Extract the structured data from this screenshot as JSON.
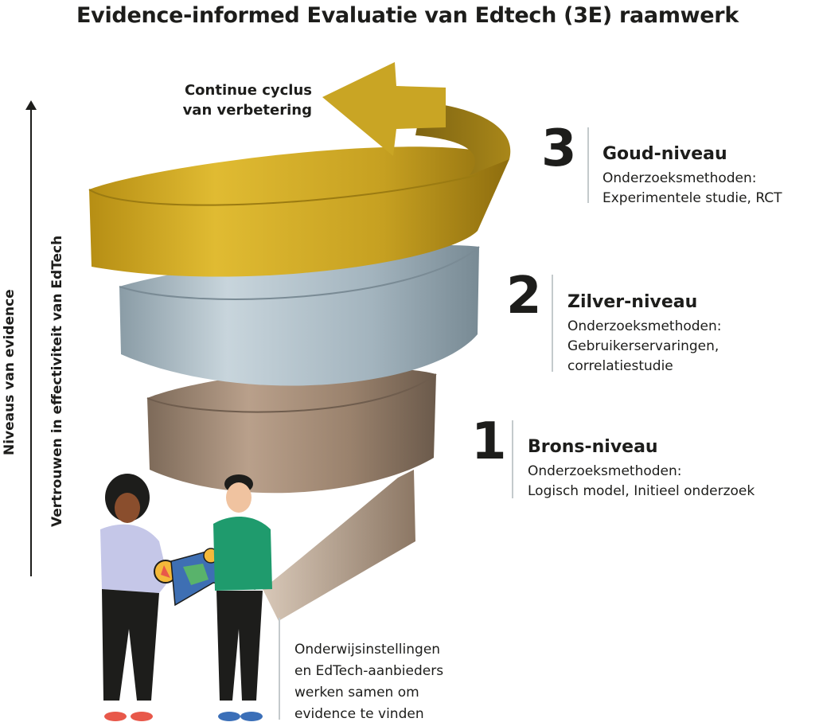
{
  "title": "Evidence-informed Evaluatie van Edtech (3E) raamwerk",
  "cycle_label": [
    "Continue cyclus",
    "van verbetering"
  ],
  "axis": {
    "outer": "Niveaus van evidence",
    "inner": "Vertrouwen in effectiviteit van EdTech"
  },
  "levels": [
    {
      "number": "3",
      "name": "Goud-niveau",
      "desc": [
        "Onderzoeksmethoden:",
        "Experimentele studie, RCT"
      ],
      "color": "#c9a524"
    },
    {
      "number": "2",
      "name": "Zilver-niveau",
      "desc": [
        "Onderzoeksmethoden:",
        "Gebruikerservaringen,",
        "correlatiestudie"
      ],
      "color": "#aebdc6"
    },
    {
      "number": "1",
      "name": "Brons-niveau",
      "desc": [
        "Onderzoeksmethoden:",
        "Logisch model, Initieel onderzoek"
      ],
      "color": "#a08a77"
    }
  ],
  "footer": [
    "Onderwijsinstellingen",
    "en EdTech-aanbieders",
    "werken samen om",
    "evidence te vinden"
  ]
}
